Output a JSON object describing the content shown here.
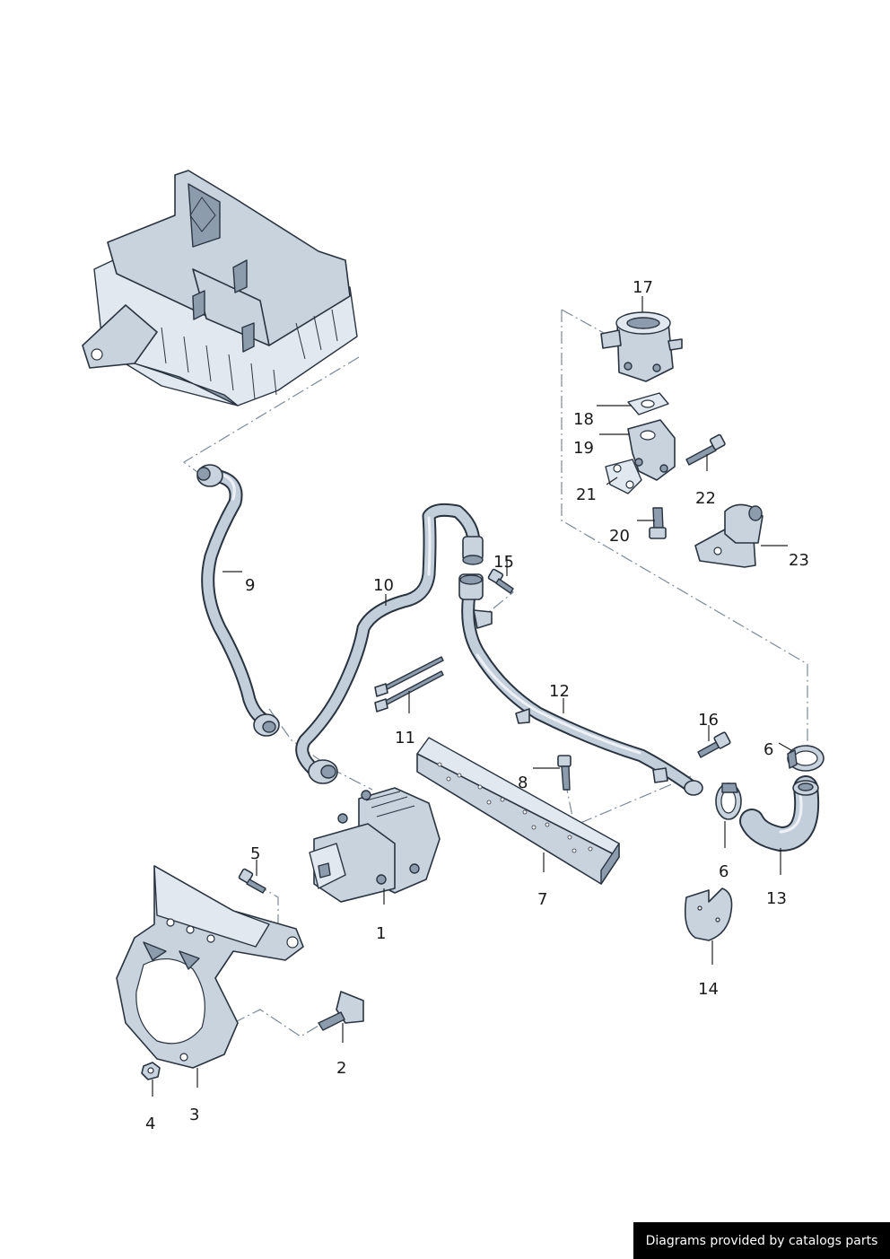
{
  "callouts": {
    "p1": "1",
    "p2": "2",
    "p3": "3",
    "p4": "4",
    "p5": "5",
    "p6a": "6",
    "p6b": "6",
    "p7": "7",
    "p8": "8",
    "p9": "9",
    "p10": "10",
    "p11": "11",
    "p12": "12",
    "p13": "13",
    "p14": "14",
    "p15": "15",
    "p16": "16",
    "p17": "17",
    "p18": "18",
    "p19": "19",
    "p20": "20",
    "p21": "21",
    "p22": "22",
    "p23": "23"
  },
  "credit": "Diagrams provided by catalogs parts",
  "colors": {
    "part": "#c9d3de",
    "outline": "#2a3440",
    "dash": "#7c8a98",
    "credit_bg": "#000000"
  }
}
